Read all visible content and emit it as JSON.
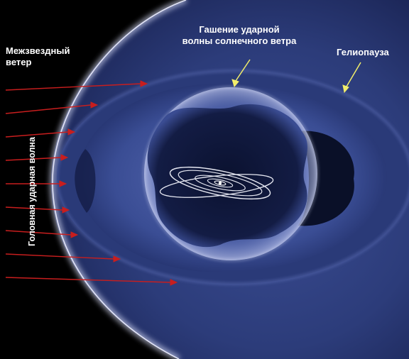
{
  "labels": {
    "interstellar_wind": "Межзвездный\nветер",
    "termination_shock": "Гашение ударной\nволны солнечного ветра",
    "heliopause": "Гелиопауза",
    "bow_shock": "Головная ударная волна"
  },
  "colors": {
    "background": "#000000",
    "outer_region": "#2d3d78",
    "heliosheath": "#3c4f94",
    "inner_dark": "#0a0f22",
    "bow_shock_glow": "#c6cdf0",
    "arrow": "#c81e1e",
    "pointer": "#f2ee6a",
    "orbit": "#e6e8f2"
  },
  "wind_arrow_count": 9
}
